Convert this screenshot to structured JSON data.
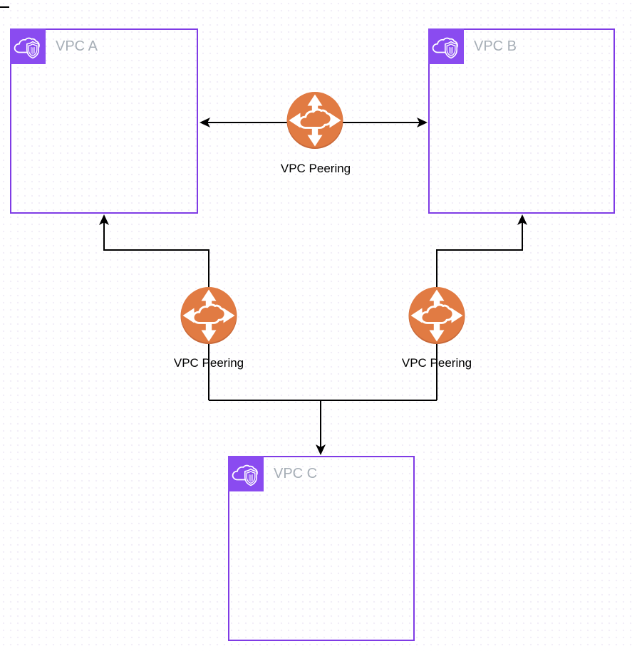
{
  "diagram": {
    "nodes": [
      {
        "id": "vpc-a",
        "label": "VPC A"
      },
      {
        "id": "vpc-b",
        "label": "VPC B"
      },
      {
        "id": "vpc-c",
        "label": "VPC C"
      }
    ],
    "connections": [
      {
        "id": "ab",
        "label": "VPC Peering",
        "between": "VPC A and VPC B"
      },
      {
        "id": "ac",
        "label": "VPC Peering",
        "between": "VPC C and VPC A"
      },
      {
        "id": "bc",
        "label": "VPC Peering",
        "between": "VPC C and VPC B"
      }
    ],
    "icons": {
      "vpc_icon": "vpc-cloud-shield-icon",
      "peering_icon": "vpc-peering-arrows-cloud-icon"
    },
    "colors": {
      "vpc_border": "#7F3BE5",
      "vpc_icon_bg": "#8A4BF0",
      "node_label": "#A6AEB6",
      "peering_fill": "#E17B43",
      "peering_shadow": "#C8693A",
      "connector": "#000000"
    }
  }
}
